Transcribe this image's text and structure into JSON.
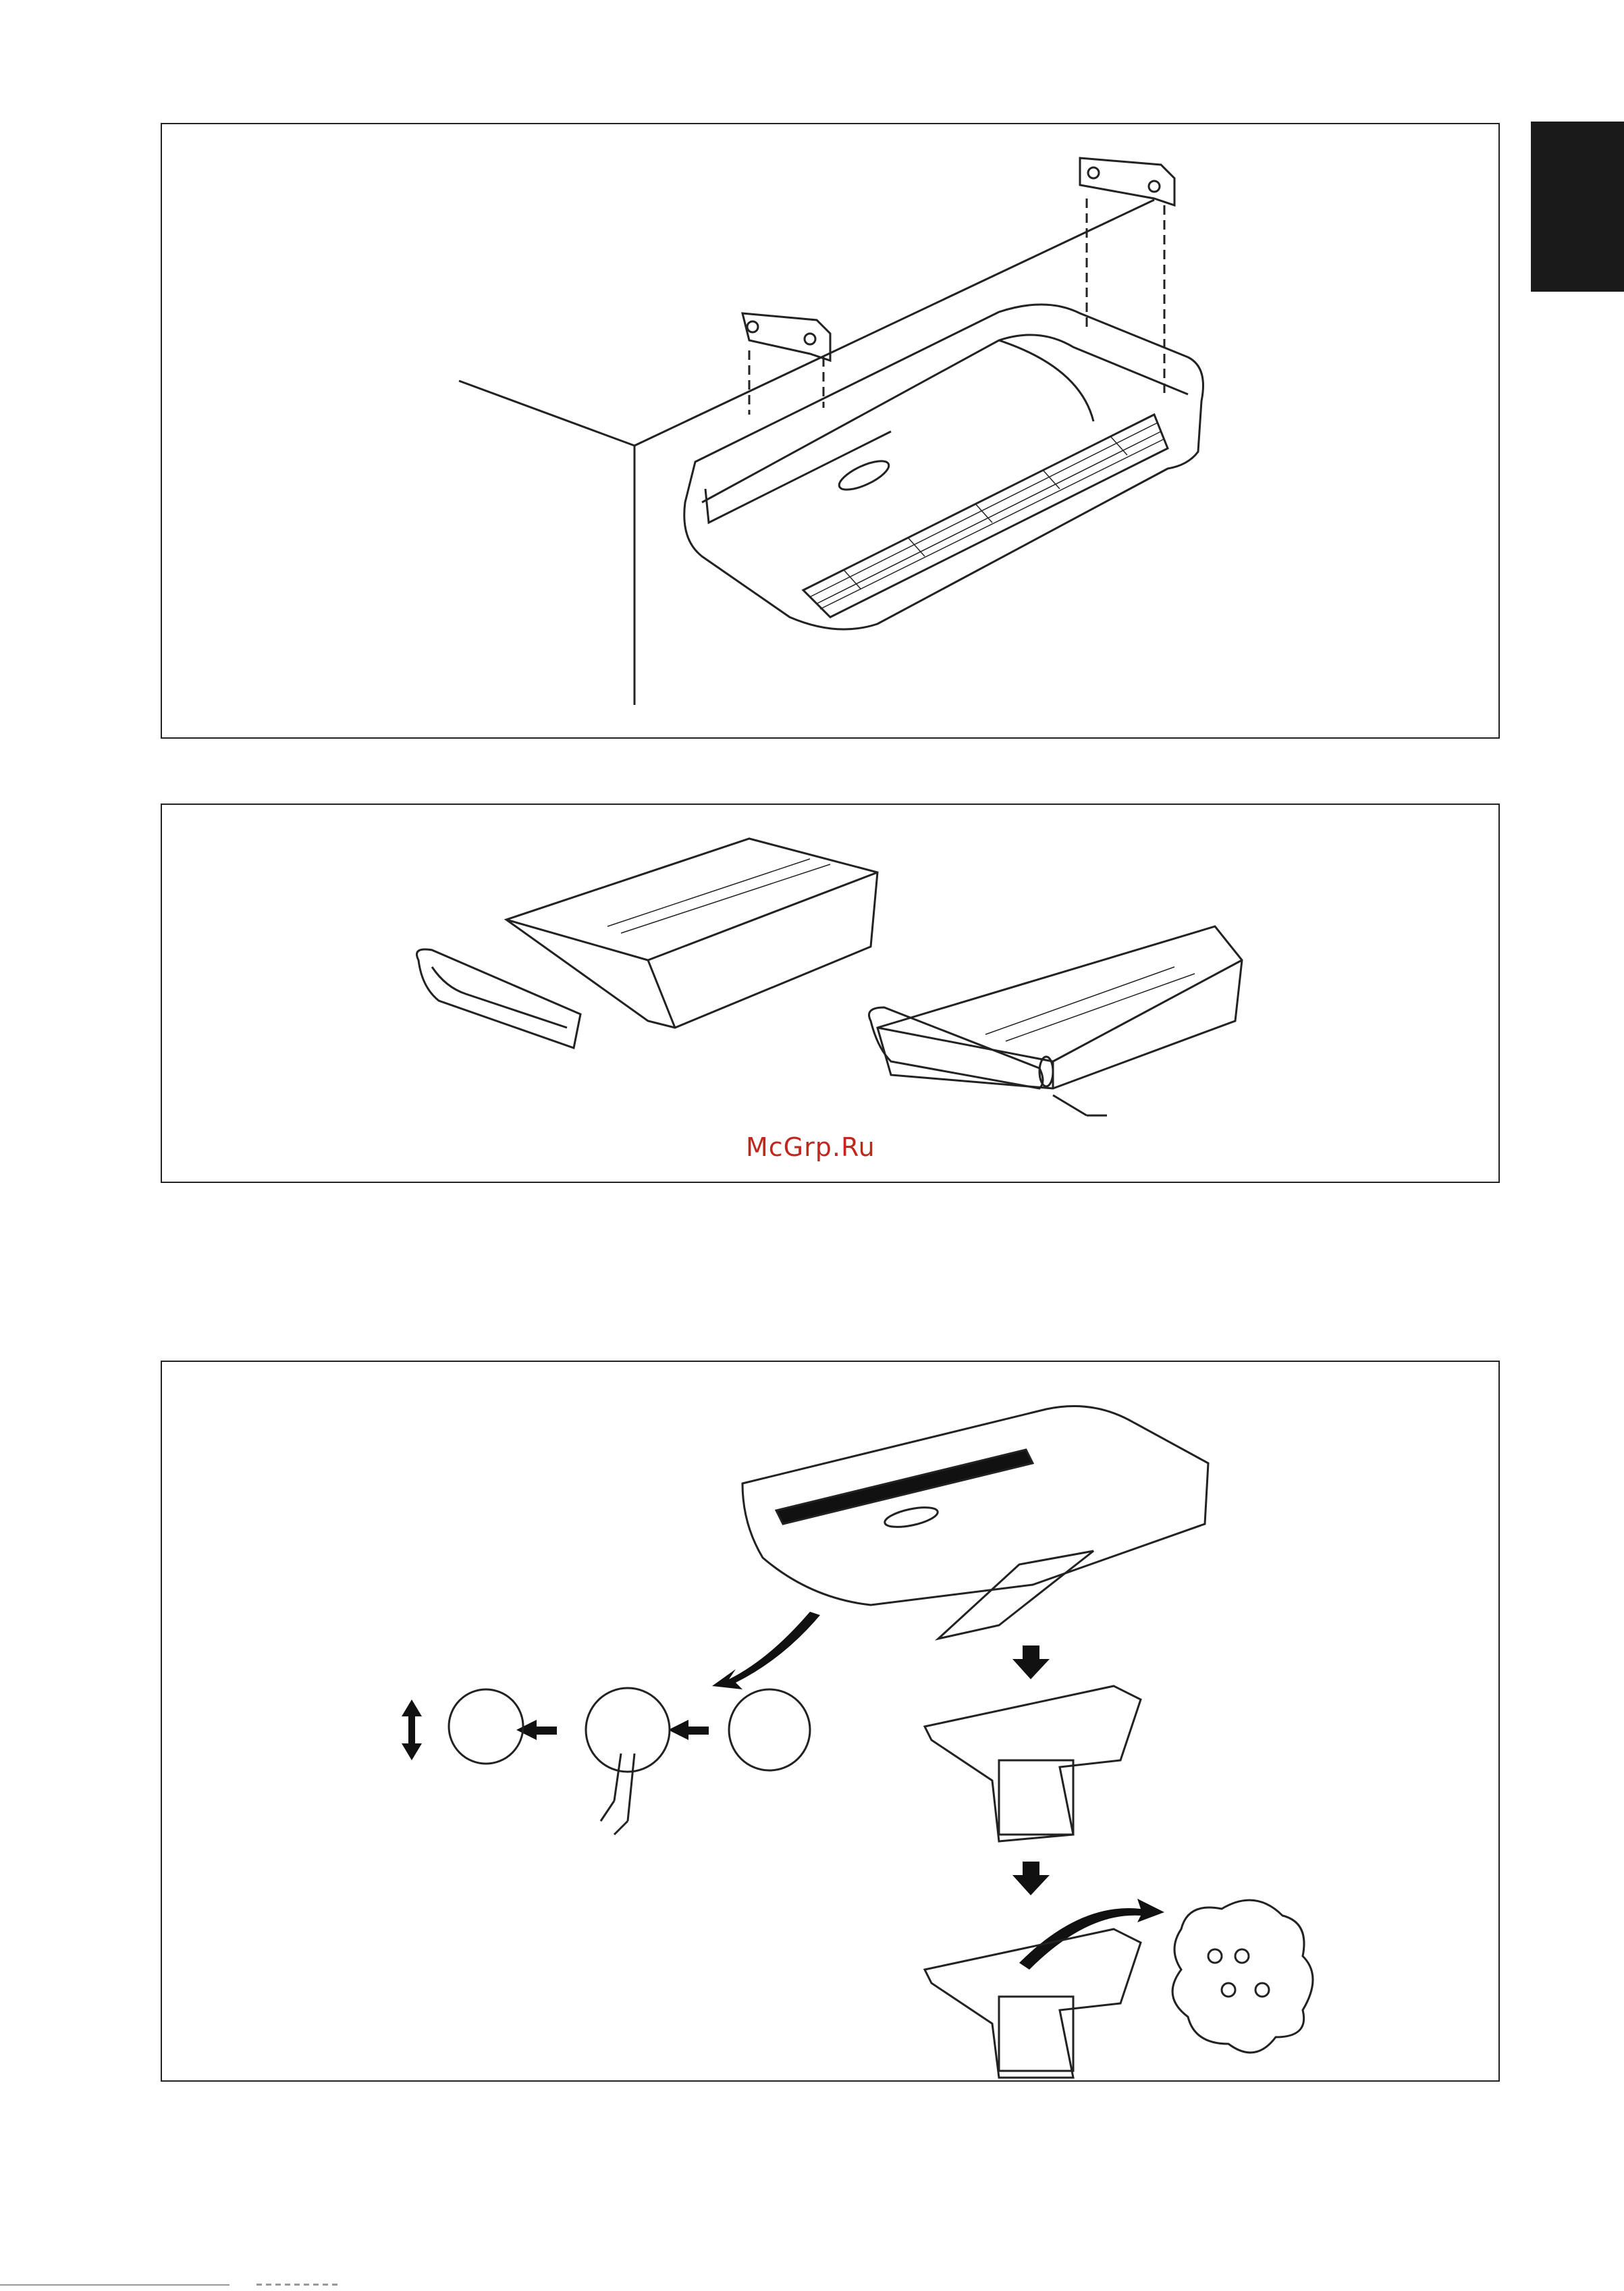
{
  "watermark": {
    "text": "McGrp.Ru"
  },
  "colors": {
    "watermark": "#c0281e",
    "line": "#222222",
    "tab": "#1a1a1a"
  },
  "figures": [
    {
      "id": "ceiling-mount",
      "icons": [
        "ceiling-bracket-icon",
        "indoor-unit-icon"
      ]
    },
    {
      "id": "side-panel-removal",
      "icons": [
        "side-cover-icon",
        "unit-body-icon"
      ]
    },
    {
      "id": "air-filter-removal",
      "icons": [
        "arrow-icon",
        "filter-icon",
        "hinge-detail-icon"
      ]
    }
  ]
}
